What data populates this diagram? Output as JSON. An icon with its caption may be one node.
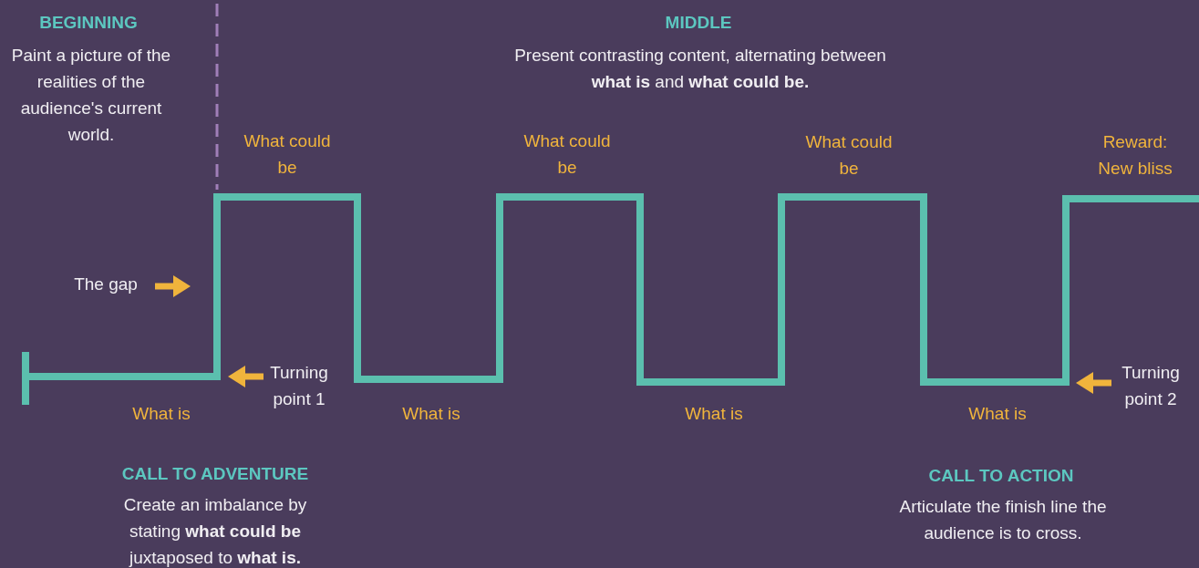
{
  "diagram": {
    "labels": [
      "BEGINNING",
      "Paint a picture of the realities of the audience's current world.",
      "MIDDLE",
      "Present contrasting content, alternating between **what is** and **what could be.**",
      "What could be",
      "What could be",
      "What could be",
      "Reward: New bliss",
      "The gap",
      "Turning point 1",
      "What is",
      "What is",
      "What is",
      "What is",
      "Turning point 2",
      "CALL TO ADVENTURE",
      "Create an imbalance by stating **what could be** juxtaposed to **what is.**",
      "CALL TO ACTION",
      "Articulate the finish line the audience is to cross."
    ]
  }
}
